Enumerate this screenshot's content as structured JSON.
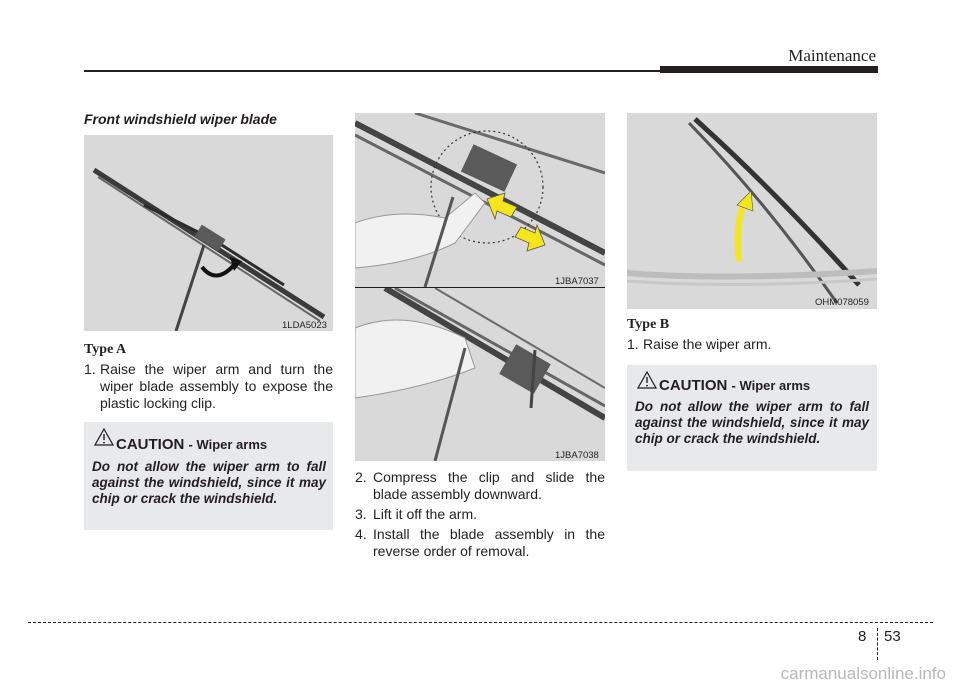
{
  "header": {
    "title": "Maintenance"
  },
  "section_title": "Front windshield wiper blade",
  "figures": {
    "fig1": "1LDA5023",
    "fig2": "1JBA7037",
    "fig3": "1JBA7038",
    "fig4": "OHM078059"
  },
  "type_a": {
    "label": "Type A",
    "step1_num": "1.",
    "step1_text": "Raise the wiper arm and turn the wiper blade assembly to expose the plastic locking clip."
  },
  "caution_a": {
    "title": "CAUTION",
    "subtitle": "- Wiper arms",
    "body": "Do not allow the wiper arm to fall against the windshield, since it may chip or crack the windshield."
  },
  "steps_mid": [
    {
      "num": "2.",
      "text": "Compress the clip and slide the blade assembly downward."
    },
    {
      "num": "3.",
      "text": "Lift it off the arm."
    },
    {
      "num": "4.",
      "text": "Install the blade assembly in the reverse order of removal."
    }
  ],
  "type_b": {
    "label": "Type B",
    "step1_num": "1.",
    "step1_text": "Raise the wiper arm."
  },
  "caution_b": {
    "title": "CAUTION",
    "subtitle": "- Wiper arms",
    "body": "Do not allow the wiper arm to fall against the windshield, since it may chip or crack the windshield."
  },
  "footer": {
    "section": "8",
    "page": "53"
  },
  "watermark": "carmanualsonline.info",
  "colors": {
    "arrow": "#f5e51b",
    "figure_bg": "#d9d9da",
    "caution_bg": "#e8e9ea"
  }
}
